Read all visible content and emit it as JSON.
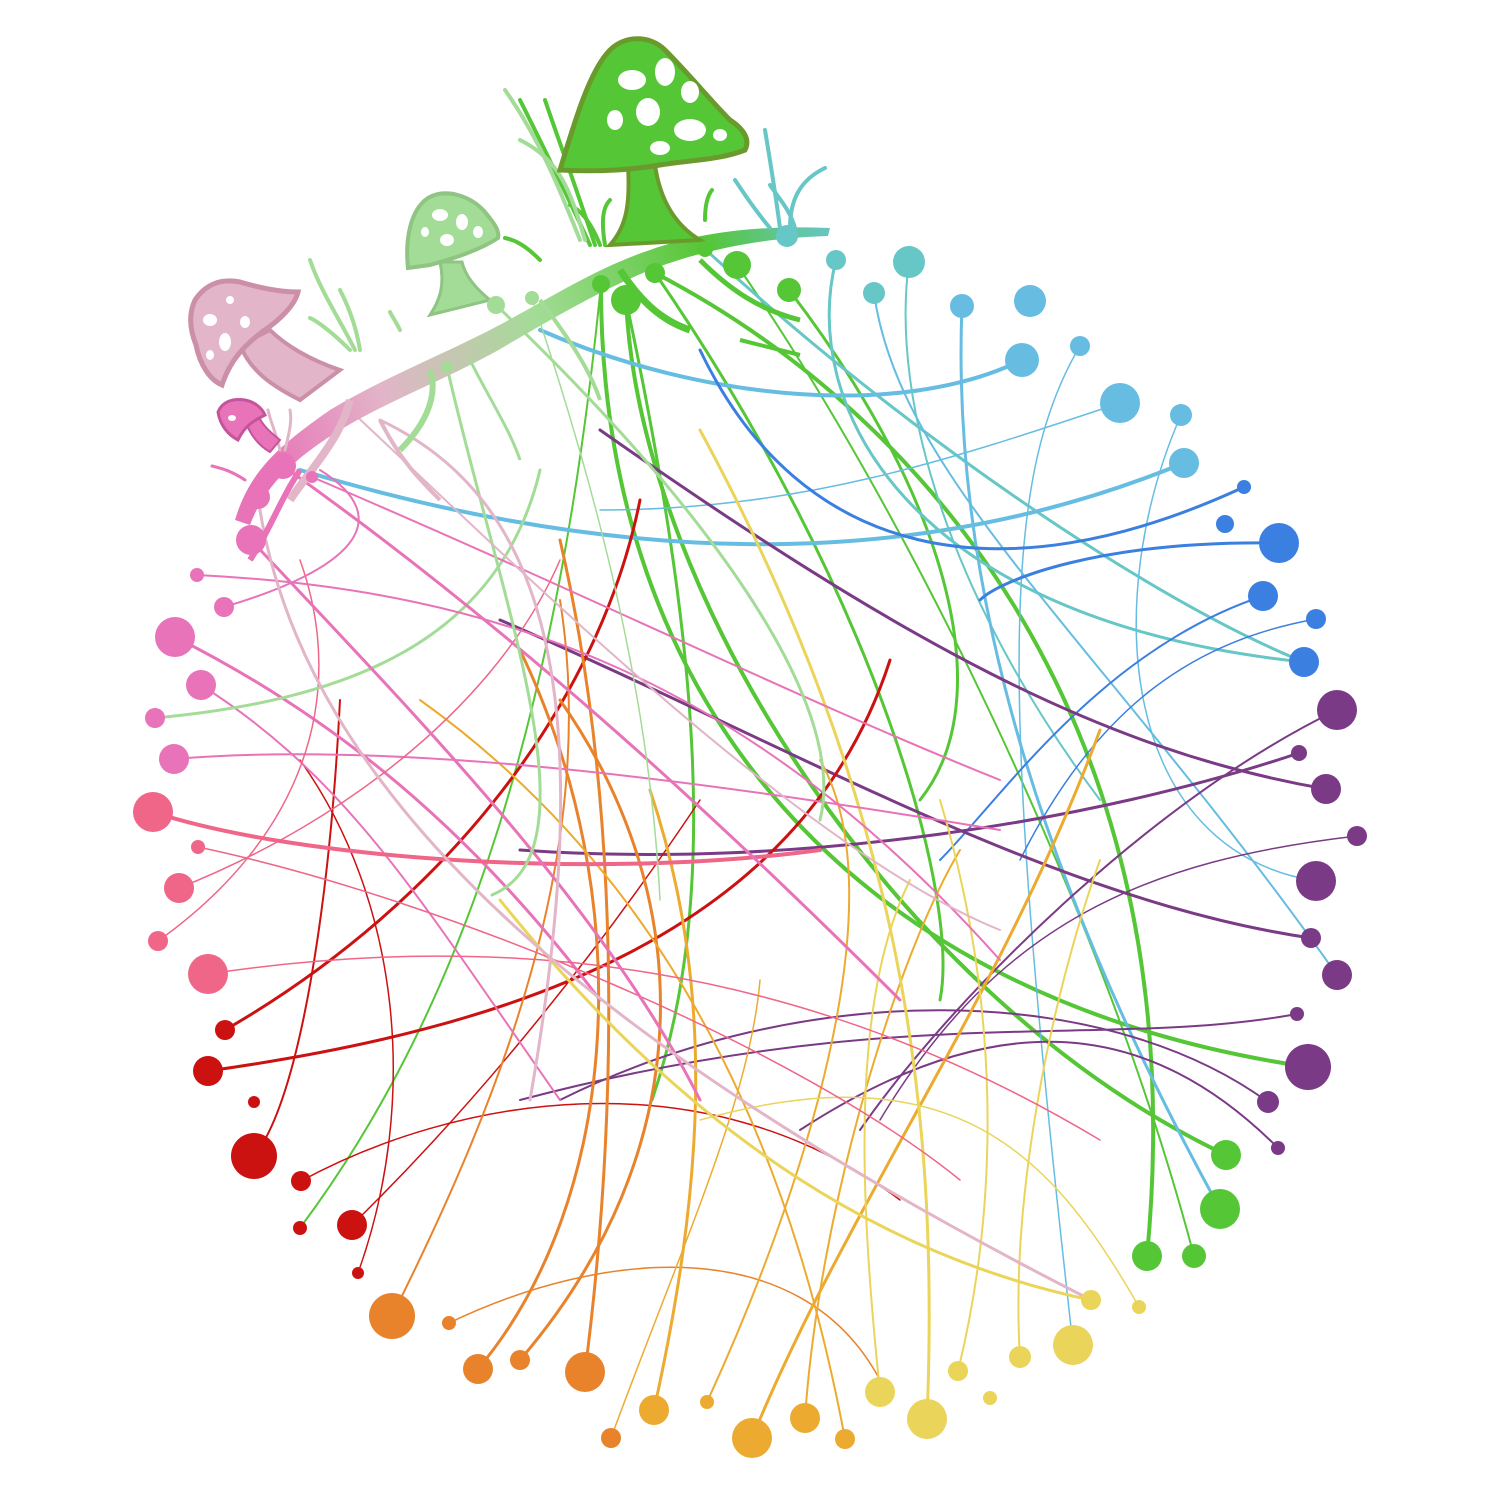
{
  "palette": {
    "pink": "#e873b8",
    "rose": "#ef6688",
    "red": "#cc1111",
    "orange": "#e8832c",
    "amber": "#ecab30",
    "yellow": "#ebd45a",
    "green": "#55c636",
    "light_green": "#a3dc96",
    "mauve": "#e2b5c8",
    "teal": "#67c6c6",
    "sky": "#66bde1",
    "blue": "#3b7fe0",
    "purple": "#7a3a86"
  },
  "illustration": {
    "subject": "mushroom-mycelium-network",
    "mushrooms": [
      "large-green-mushroom",
      "light-green-mushroom",
      "pink-mushroom",
      "small-magenta-mushroom"
    ]
  }
}
